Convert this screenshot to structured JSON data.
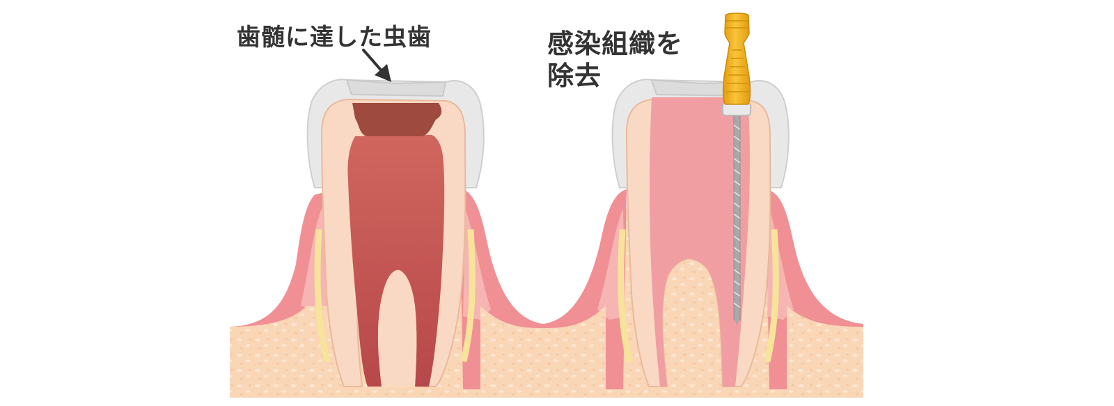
{
  "labels": {
    "left_caption": "歯髄に達した虫歯",
    "right_caption_line1": "感染組織を",
    "right_caption_line2": "除去"
  },
  "colors": {
    "bone": "#f9d4b2",
    "bone_speckle": "#fbe3cb",
    "gum": "#f08f94",
    "gum_light": "#f6b7b7",
    "root_membrane": "#f7e39a",
    "enamel": "#e6e6e6",
    "dentin": "#f9d9c3",
    "infected_pulp": "#c95a56",
    "cavity": "#9e4a3f",
    "cleaned_canal": "#f19ea3",
    "file_handle": "#f2b11a",
    "file_shaft": "#a7a7a7",
    "text": "#333333"
  },
  "icons": {
    "arrow": "arrow-down-right-icon",
    "instrument": "endodontic-file-icon"
  }
}
